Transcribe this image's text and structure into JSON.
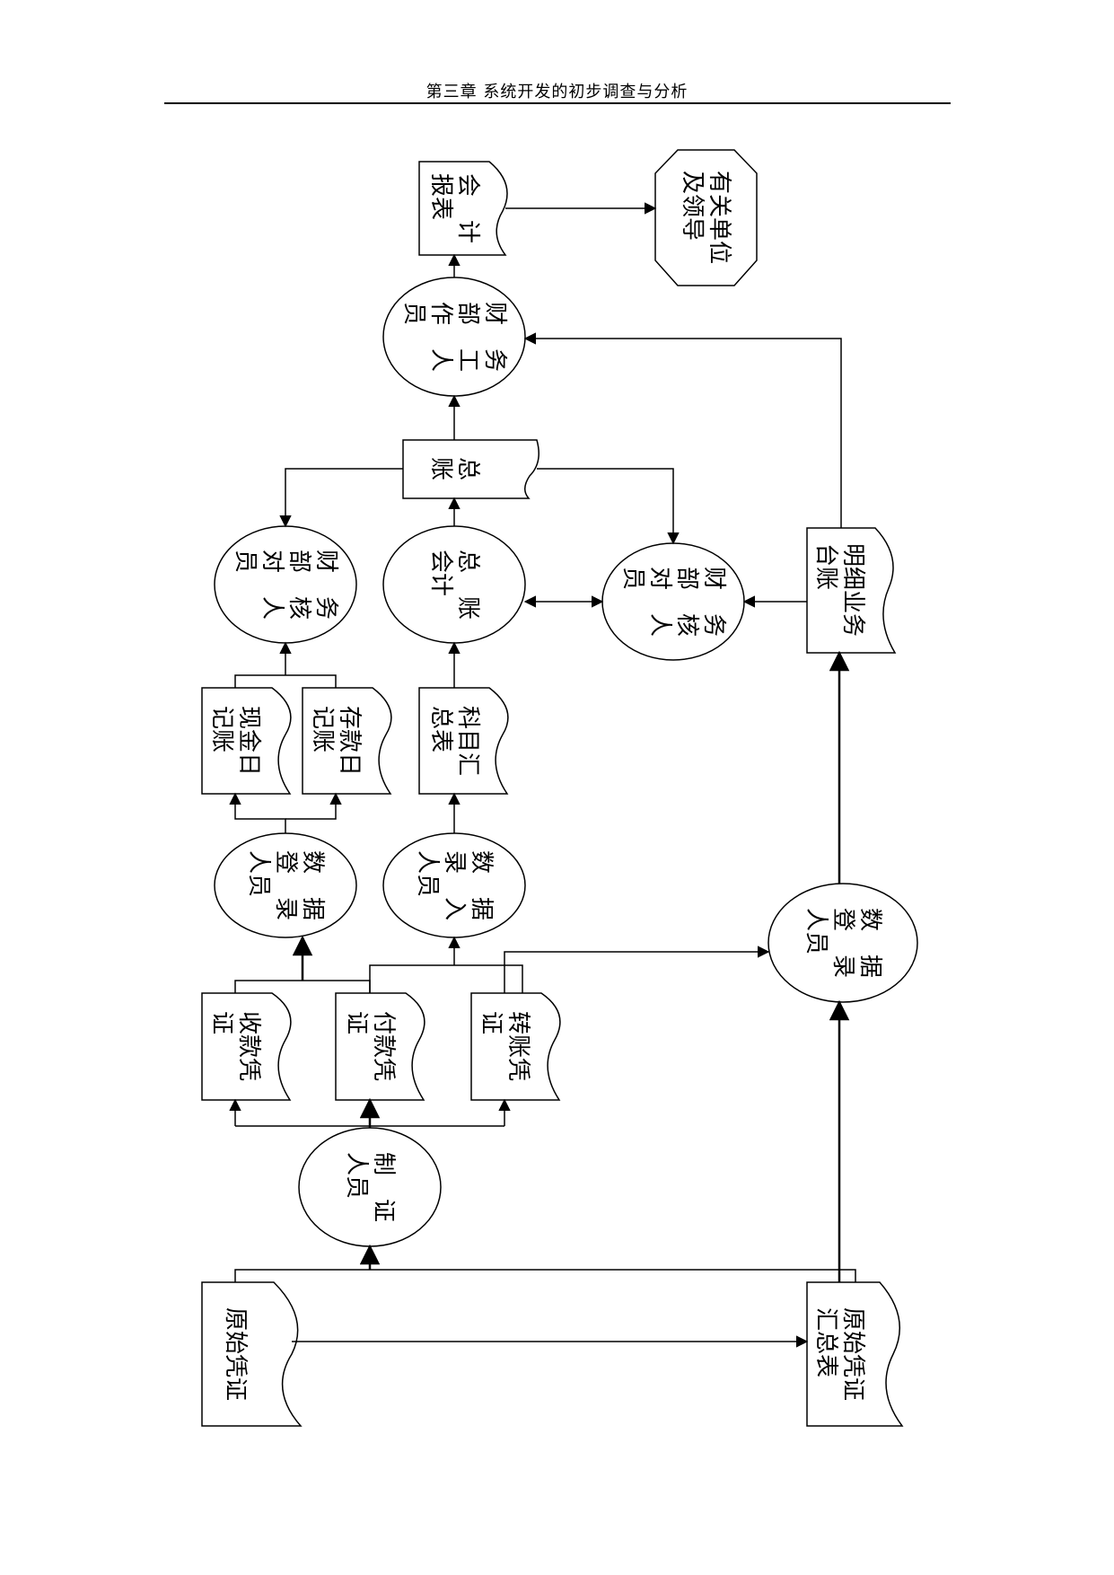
{
  "header": {
    "title": "第三章  系统开发的初步调查与分析"
  },
  "nodes": {
    "n_orig_voucher": "原始凭证",
    "n_orig_summary": "原始凭证\n汇总表",
    "n_maker": "制　证\n人员",
    "n_receipt": "收款凭\n证",
    "n_payment": "付款凭\n证",
    "n_transfer": "转账凭\n证",
    "n_entry1": "数　据\n登　录\n人员",
    "n_entry2": "数　据\n录　入\n人员",
    "n_entry3": "数　据\n登　录\n人员",
    "n_cash": "现金日\n记账",
    "n_deposit": "存款日\n记账",
    "n_subject": "科目汇\n总表",
    "n_detail": "明细业务\n台账",
    "n_check1": "财　务\n部　核\n对　人\n员",
    "n_general_acct": "总　账\n会计",
    "n_check2": "财　务\n部　核\n对　人\n员",
    "n_ledger": "总\n账",
    "n_fin_staff": "财　务\n部　工\n作　人\n员",
    "n_report": "会　计\n报表",
    "n_leaders": "有关单位\n及领导"
  }
}
